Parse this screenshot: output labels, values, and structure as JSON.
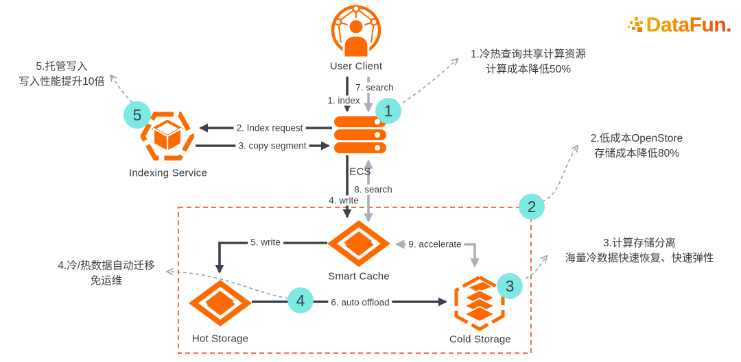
{
  "logo": {
    "text": "DataFun."
  },
  "nodes": {
    "user_client": {
      "label": "User Client"
    },
    "ecs": {
      "label": "ECS"
    },
    "indexing_service": {
      "label": "Indexing Service"
    },
    "smart_cache": {
      "label": "Smart Cache"
    },
    "hot_storage": {
      "label": "Hot Storage"
    },
    "cold_storage": {
      "label": "Cold Storage"
    }
  },
  "edges": {
    "index": {
      "label": "1. index"
    },
    "search_client": {
      "label": "7. search"
    },
    "index_request": {
      "label": "2. Index request"
    },
    "copy_segment": {
      "label": "3. copy segment"
    },
    "write_ecs": {
      "label": "4. write"
    },
    "search_ecs": {
      "label": "8. search"
    },
    "write_cache": {
      "label": "5. write"
    },
    "auto_offload": {
      "label": "6. auto offload"
    },
    "accelerate": {
      "label": "9. accelerate"
    }
  },
  "badges": {
    "b1": "1",
    "b2": "2",
    "b3": "3",
    "b4": "4",
    "b5": "5"
  },
  "annotations": {
    "a1": {
      "line1": "1.冷热查询共享计算资源",
      "line2": "计算成本降低50%"
    },
    "a2": {
      "line1": "2.低成本OpenStore",
      "line2": "存储成本降低80%"
    },
    "a3": {
      "line1": "3.计算存储分离",
      "line2": "海量冷数据快速恢复、快速弹性"
    },
    "a4": {
      "line1": "4.冷/热数据自动迁移",
      "line2": "免运维"
    },
    "a5": {
      "line1": "5.托管写入",
      "line2": "写入性能提升10倍"
    }
  },
  "colors": {
    "orange": "#FF6A00",
    "cyan_badge": "#7DE9E2",
    "dark_line": "#3C424C",
    "gray_line": "#A9B0BC",
    "dashed_box": "#FF6A45",
    "annotation_arrow": "#9AA0A8",
    "text": "#3A3F46"
  }
}
